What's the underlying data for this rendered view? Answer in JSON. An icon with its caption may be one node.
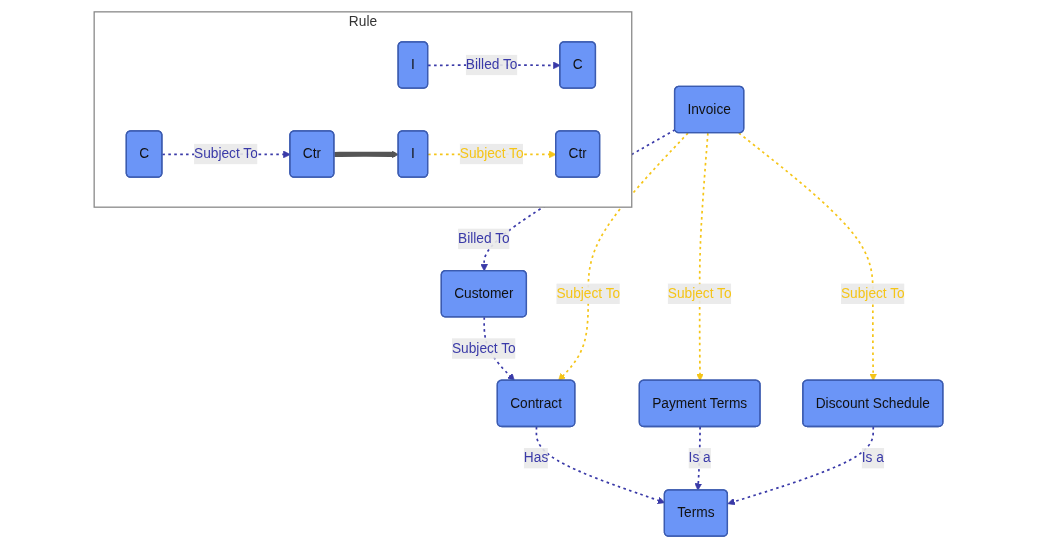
{
  "diagram": {
    "nodes": [
      {
        "text": [
          "Contract"
        ]
      },
      {
        "text": [
          "Customer"
        ]
      },
      {
        "text": [
          "Invoice"
        ]
      },
      {
        "text": [
          "Terms"
        ]
      },
      {
        "text": [
          "Payment Terms"
        ]
      },
      {
        "text": [
          "Discount Schedule"
        ]
      },
      {
        "text": [
          "Rule"
        ]
      },
      {
        "text": [
          "C"
        ],
        "in": 6
      },
      {
        "text": [
          "Ctr"
        ],
        "in": 6
      },
      {
        "text": [
          "I"
        ],
        "in": 6
      },
      {
        "text": [
          "C"
        ],
        "in": 6
      },
      {
        "text": [
          "I"
        ],
        "in": 6
      },
      {
        "text": [
          "Ctr"
        ],
        "in": 6
      }
    ],
    "edges": [
      {
        "from": 1,
        "to": 0,
        "label": "Subject To",
        "arrow": "to",
        "style": "dashed"
      },
      {
        "from": 2,
        "to": 1,
        "label": "Billed To",
        "arrow": "to",
        "style": "dashed"
      },
      {
        "from": 0,
        "to": 3,
        "label": "Has",
        "arrow": "to",
        "style": "dashed"
      },
      {
        "from": 4,
        "to": 3,
        "label": "Is a",
        "arrow": "to",
        "style": "dashed"
      },
      {
        "from": 5,
        "to": 3,
        "label": "Is a",
        "arrow": "to",
        "style": "dashed"
      },
      {
        "from": 2,
        "to": 0,
        "label": "Subject To",
        "arrow": "to",
        "style": "dashed",
        "color": "#f5c518"
      },
      {
        "from": 2,
        "to": 4,
        "label": "Subject To",
        "arrow": "to",
        "style": "dashed",
        "color": "#f5c518"
      },
      {
        "from": 2,
        "to": 5,
        "label": "Subject To",
        "arrow": "to",
        "style": "dashed",
        "color": "#f5c518"
      },
      {
        "from": 7,
        "to": 8,
        "label": "Subject To",
        "arrow": "to",
        "style": "dashed"
      },
      {
        "from": 9,
        "to": 10,
        "label": "Billed To",
        "arrow": "to",
        "style": "dashed"
      },
      {
        "from": 8,
        "to": 11,
        "arrow": "to",
        "style": "thick",
        "color": "#555555"
      },
      {
        "from": 11,
        "to": 12,
        "label": "Subject To",
        "arrow": "to",
        "style": "dashed",
        "color": "#f5c518"
      }
    ]
  }
}
